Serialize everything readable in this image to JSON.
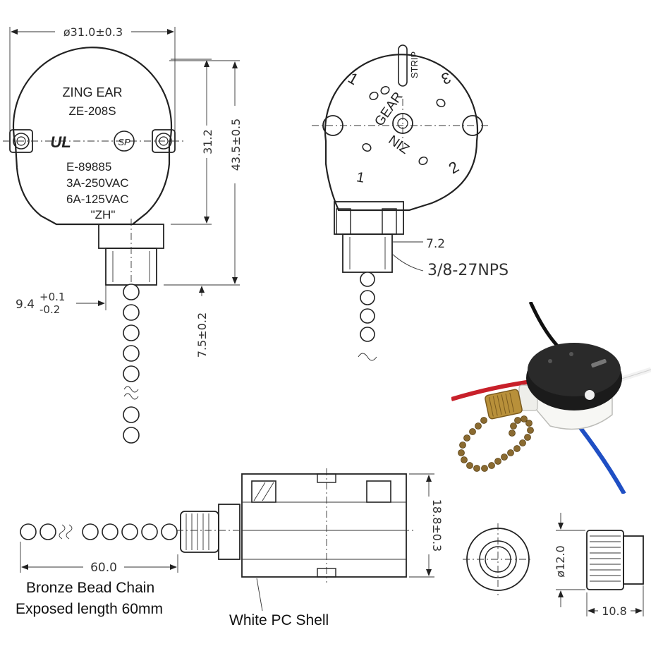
{
  "front_view": {
    "brand": "ZING EAR",
    "model": "ZE-208S",
    "ul_mark": "UL",
    "csa_mark": "SP",
    "file_no": "E-89885",
    "rating_1": "3A-250VAC",
    "rating_2": "6A-125VAC",
    "code": "\"ZH\"",
    "dim_diameter": "ø31.0±0.3",
    "dim_body_height": "31.2",
    "dim_total_height": "43.5±0.5",
    "dim_stem_base": "9.4",
    "dim_stem_tol_plus": "+0.1",
    "dim_stem_tol_minus": "-0.2",
    "dim_stem_length": "7.5±0.2"
  },
  "back_view": {
    "pos_1": "1",
    "pos_2": "2",
    "pos_3": "3",
    "strip": "STRIP",
    "gear": "GEAR",
    "niz": "NIZ",
    "dim_thread_len": "7.2",
    "thread_spec": "3/8-27NPS"
  },
  "side_view": {
    "dim_chain_length": "60.0",
    "dim_shell_height": "18.8±0.3",
    "chain_caption_1": "Bronze Bead Chain",
    "chain_caption_2": "Exposed length 60mm",
    "shell_caption": "White PC Shell"
  },
  "knob_view": {
    "dim_knob_diameter": "ø12.0",
    "dim_knob_length": "10.8"
  },
  "colors": {
    "line": "#222222",
    "wire_red": "#c8202a",
    "wire_blue": "#1f4fc4",
    "wire_white": "#f2f2f2",
    "wire_black": "#111111",
    "switch_body": "#1b1b1b",
    "shell_white": "#f7f7f4",
    "brass": "#b8903a",
    "chain": "#8a6a30"
  }
}
